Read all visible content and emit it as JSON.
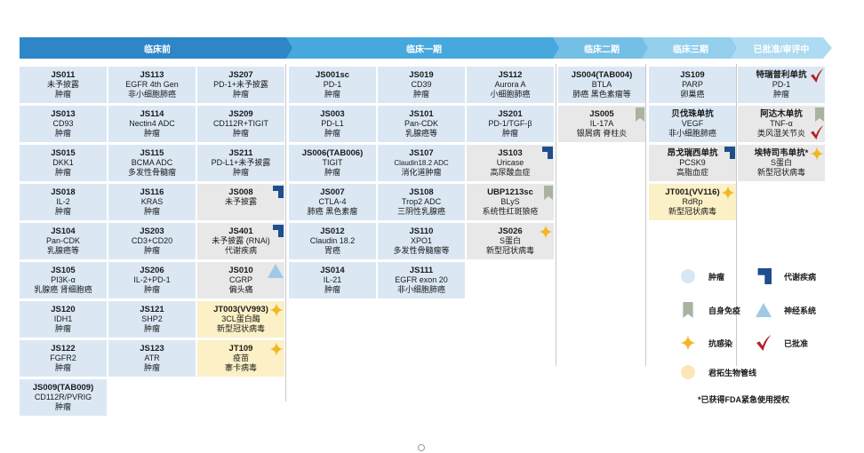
{
  "phases": [
    {
      "label": "临床前"
    },
    {
      "label": "临床一期"
    },
    {
      "label": "临床二期"
    },
    {
      "label": "临床三期"
    },
    {
      "label": "已批准/审评中"
    }
  ],
  "colors": {
    "card_blue": "#dbe8f4",
    "card_gray": "#e8e8e8",
    "card_yellow": "#fbf0c6",
    "metabolic_icon": "#1f4e8c",
    "autoimmune_icon": "#a9b3a0",
    "neuro_icon": "#9fc9e6",
    "anti_infection_icon": "#f3b622",
    "approved_check": "#b21f24",
    "tumor_dot": "#d6e6f5",
    "junshi_dot": "#fbe6b8"
  },
  "cards": [
    {
      "col": 0,
      "row": 0,
      "bg": "blue",
      "lines": [
        "JS011",
        "未予披露",
        "肿瘤"
      ]
    },
    {
      "col": 0,
      "row": 1,
      "bg": "blue",
      "lines": [
        "JS013",
        "CD93",
        "肿瘤"
      ]
    },
    {
      "col": 0,
      "row": 2,
      "bg": "blue",
      "lines": [
        "JS015",
        "DKK1",
        "肿瘤"
      ]
    },
    {
      "col": 0,
      "row": 3,
      "bg": "blue",
      "lines": [
        "JS018",
        "IL-2",
        "肿瘤"
      ]
    },
    {
      "col": 0,
      "row": 4,
      "bg": "blue",
      "lines": [
        "JS104",
        "Pan-CDK",
        "乳腺癌等"
      ]
    },
    {
      "col": 0,
      "row": 5,
      "bg": "blue",
      "lines": [
        "JS105",
        "PI3K-α",
        "乳腺癌 肾细胞癌"
      ]
    },
    {
      "col": 0,
      "row": 6,
      "bg": "blue",
      "lines": [
        "JS120",
        "IDH1",
        "肿瘤"
      ]
    },
    {
      "col": 0,
      "row": 7,
      "bg": "blue",
      "lines": [
        "JS122",
        "FGFR2",
        "肿瘤"
      ]
    },
    {
      "col": 0,
      "row": 8,
      "bg": "blue",
      "lines": [
        "JS009(TAB009)",
        "CD112R/PVRIG",
        "肿瘤"
      ]
    },
    {
      "col": 1,
      "row": 0,
      "bg": "blue",
      "lines": [
        "JS113",
        "EGFR 4th Gen",
        "非小细胞肺癌"
      ]
    },
    {
      "col": 1,
      "row": 1,
      "bg": "blue",
      "lines": [
        "JS114",
        "Nectin4 ADC",
        "肿瘤"
      ]
    },
    {
      "col": 1,
      "row": 2,
      "bg": "blue",
      "lines": [
        "JS115",
        "BCMA ADC",
        "多发性骨髓瘤"
      ]
    },
    {
      "col": 1,
      "row": 3,
      "bg": "blue",
      "lines": [
        "JS116",
        "KRAS",
        "肿瘤"
      ]
    },
    {
      "col": 1,
      "row": 4,
      "bg": "blue",
      "lines": [
        "JS203",
        "CD3+CD20",
        "肿瘤"
      ]
    },
    {
      "col": 1,
      "row": 5,
      "bg": "blue",
      "lines": [
        "JS206",
        "IL-2+PD-1",
        "肿瘤"
      ]
    },
    {
      "col": 1,
      "row": 6,
      "bg": "blue",
      "lines": [
        "JS121",
        "SHP2",
        "肿瘤"
      ]
    },
    {
      "col": 1,
      "row": 7,
      "bg": "blue",
      "lines": [
        "JS123",
        "ATR",
        "肿瘤"
      ]
    },
    {
      "col": 2,
      "row": 0,
      "bg": "blue",
      "lines": [
        "JS207",
        "PD-1+未予披露",
        "肿瘤"
      ]
    },
    {
      "col": 2,
      "row": 1,
      "bg": "blue",
      "lines": [
        "JS209",
        "CD112R+TIGIT",
        "肿瘤"
      ]
    },
    {
      "col": 2,
      "row": 2,
      "bg": "blue",
      "lines": [
        "JS211",
        "PD-L1+未予披露",
        "肿瘤"
      ]
    },
    {
      "col": 2,
      "row": 3,
      "bg": "gray",
      "icon": "metabolic",
      "lines": [
        "JS008",
        "未予披露"
      ]
    },
    {
      "col": 2,
      "row": 4,
      "bg": "gray",
      "icon": "metabolic",
      "lines": [
        "JS401",
        "未予披露 (RNAi)",
        "代谢疾病"
      ]
    },
    {
      "col": 2,
      "row": 5,
      "bg": "gray",
      "icon": "neuro",
      "lines": [
        "JS010",
        "CGRP",
        "偏头痛"
      ]
    },
    {
      "col": 2,
      "row": 6,
      "bg": "yellow",
      "icon": "infection",
      "lines": [
        "JT003(VV993)",
        "3CL蛋白酶",
        "新型冠状病毒"
      ]
    },
    {
      "col": 2,
      "row": 7,
      "bg": "yellow",
      "icon": "infection",
      "lines": [
        "JT109",
        "疫苗",
        "寨卡病毒"
      ]
    },
    {
      "col": 3,
      "row": 0,
      "bg": "blue",
      "lines": [
        "JS001sc",
        "PD-1",
        "肿瘤"
      ]
    },
    {
      "col": 3,
      "row": 1,
      "bg": "blue",
      "lines": [
        "JS003",
        "PD-L1",
        "肿瘤"
      ]
    },
    {
      "col": 3,
      "row": 2,
      "bg": "blue",
      "lines": [
        "JS006(TAB006)",
        "TIGIT",
        "肿瘤"
      ]
    },
    {
      "col": 3,
      "row": 3,
      "bg": "blue",
      "lines": [
        "JS007",
        "CTLA-4",
        "肺癌 黑色素瘤"
      ]
    },
    {
      "col": 3,
      "row": 4,
      "bg": "blue",
      "lines": [
        "JS012",
        "Claudin 18.2",
        "胃癌"
      ]
    },
    {
      "col": 3,
      "row": 5,
      "bg": "blue",
      "lines": [
        "JS014",
        "IL-21",
        "肿瘤"
      ]
    },
    {
      "col": 4,
      "row": 0,
      "bg": "blue",
      "lines": [
        "JS019",
        "CD39",
        "肿瘤"
      ]
    },
    {
      "col": 4,
      "row": 1,
      "bg": "blue",
      "lines": [
        "JS101",
        "Pan-CDK",
        "乳腺癌等"
      ]
    },
    {
      "col": 4,
      "row": 2,
      "bg": "blue",
      "small": true,
      "lines": [
        "JS107",
        "Claudin18.2 ADC",
        "消化道肿瘤"
      ]
    },
    {
      "col": 4,
      "row": 3,
      "bg": "blue",
      "lines": [
        "JS108",
        "Trop2 ADC",
        "三阴性乳腺癌"
      ]
    },
    {
      "col": 4,
      "row": 4,
      "bg": "blue",
      "lines": [
        "JS110",
        "XPO1",
        "多发性骨髓瘤等"
      ]
    },
    {
      "col": 4,
      "row": 5,
      "bg": "blue",
      "lines": [
        "JS111",
        "EGFR exon 20",
        "非小细胞肺癌"
      ]
    },
    {
      "col": 5,
      "row": 0,
      "bg": "blue",
      "lines": [
        "JS112",
        "Aurora A",
        "小细胞肺癌"
      ]
    },
    {
      "col": 5,
      "row": 1,
      "bg": "blue",
      "lines": [
        "JS201",
        "PD-1/TGF-β",
        "肿瘤"
      ]
    },
    {
      "col": 5,
      "row": 2,
      "bg": "gray",
      "icon": "metabolic",
      "lines": [
        "JS103",
        "Uricase",
        "高尿酸血症"
      ]
    },
    {
      "col": 5,
      "row": 3,
      "bg": "gray",
      "icon": "autoimmune",
      "lines": [
        "UBP1213sc",
        "BLyS",
        "系统性红斑狼疮"
      ]
    },
    {
      "col": 5,
      "row": 4,
      "bg": "gray",
      "icon": "infection",
      "lines": [
        "JS026",
        "S蛋白",
        "新型冠状病毒"
      ]
    },
    {
      "col": 6,
      "row": 0,
      "bg": "blue",
      "lines": [
        "JS004(TAB004)",
        "BTLA",
        "肺癌 黑色素瘤等"
      ]
    },
    {
      "col": 6,
      "row": 1,
      "bg": "gray",
      "icon": "autoimmune",
      "lines": [
        "JS005",
        "IL-17A",
        "银屑病 脊柱炎"
      ]
    },
    {
      "col": 7,
      "row": 0,
      "bg": "blue",
      "lines": [
        "JS109",
        "PARP",
        "卵巢癌"
      ]
    },
    {
      "col": 7,
      "row": 1,
      "bg": "blue",
      "lines": [
        "贝伐珠单抗",
        "VEGF",
        "非小细胞肺癌"
      ]
    },
    {
      "col": 7,
      "row": 2,
      "bg": "gray",
      "icon": "metabolic",
      "lines": [
        "昂戈瑞西单抗",
        "PCSK9",
        "高脂血症"
      ]
    },
    {
      "col": 7,
      "row": 3,
      "bg": "yellow",
      "icon": "infection",
      "lines": [
        "JT001(VV116)",
        "RdRp",
        "新型冠状病毒"
      ]
    },
    {
      "col": 8,
      "row": 0,
      "bg": "blue",
      "icon": "approved",
      "lines": [
        "特瑞普利单抗",
        "PD-1",
        "肿瘤"
      ]
    },
    {
      "col": 8,
      "row": 1,
      "bg": "gray",
      "icon": "autoimmune_approved",
      "lines": [
        "阿达木单抗",
        "TNF-α",
        "类风湿关节炎"
      ]
    },
    {
      "col": 8,
      "row": 2,
      "bg": "gray",
      "icon": "infection",
      "lines": [
        "埃特司韦单抗*",
        "S蛋白",
        "新型冠状病毒"
      ]
    }
  ],
  "legend": [
    {
      "key": "tumor",
      "label": "肿瘤"
    },
    {
      "key": "metabolic",
      "label": "代谢疾病"
    },
    {
      "key": "autoimmune",
      "label": "自身免疫"
    },
    {
      "key": "neuro",
      "label": "神经系统"
    },
    {
      "key": "infection",
      "label": "抗感染"
    },
    {
      "key": "approved",
      "label": "已批准"
    },
    {
      "key": "junshi",
      "label": "君拓生物管线"
    }
  ],
  "fda_note": "*已获得FDA紧急使用授权"
}
